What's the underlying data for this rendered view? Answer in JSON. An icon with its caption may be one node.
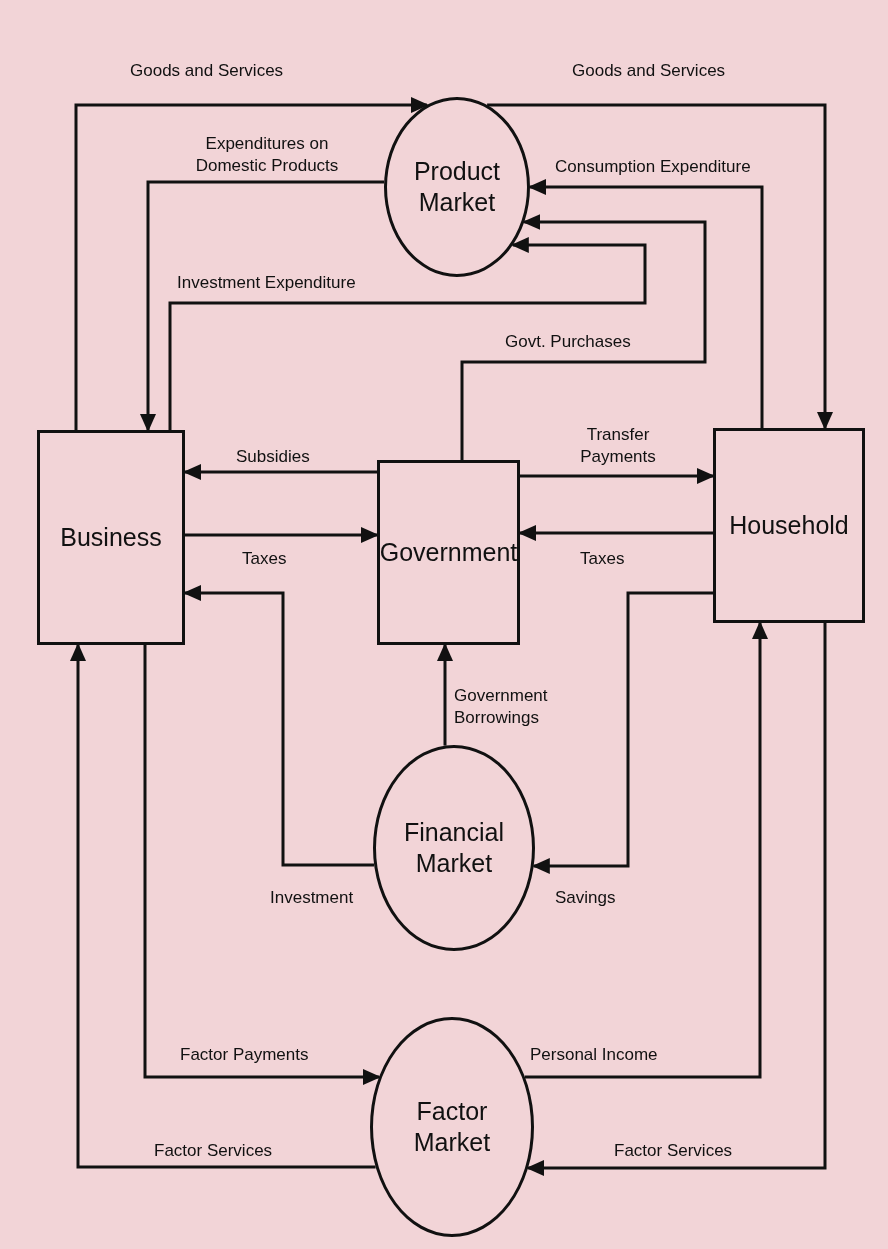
{
  "diagram": {
    "nodes": [
      {
        "text": [
          "Product Market"
        ]
      },
      {
        "text": [
          "Business"
        ]
      },
      {
        "text": [
          "Government"
        ]
      },
      {
        "text": [
          "Household"
        ]
      },
      {
        "text": [
          "Financial Market"
        ]
      },
      {
        "text": [
          "Factor Market"
        ]
      }
    ],
    "edges": [
      {
        "from": 1,
        "to": 0,
        "arrow": "to",
        "label": "Goods and Services"
      },
      {
        "from": 0,
        "to": 3,
        "arrow": "to",
        "label": "Goods and Services"
      },
      {
        "from": 0,
        "to": 1,
        "arrow": "to",
        "label": "Expenditures on Domestic Products"
      },
      {
        "from": 1,
        "to": 0,
        "arrow": "to",
        "label": "Investment Expenditure"
      },
      {
        "from": 3,
        "to": 0,
        "arrow": "to",
        "label": "Consumption Expenditure"
      },
      {
        "from": 2,
        "to": 0,
        "arrow": "to",
        "label": "Govt. Purchases"
      },
      {
        "from": 2,
        "to": 1,
        "arrow": "to",
        "label": "Subsidies"
      },
      {
        "from": 1,
        "to": 2,
        "arrow": "to",
        "label": "Taxes"
      },
      {
        "from": 2,
        "to": 3,
        "arrow": "to",
        "label": "Transfer Payments"
      },
      {
        "from": 3,
        "to": 2,
        "arrow": "to",
        "label": "Taxes"
      },
      {
        "from": 4,
        "to": 2,
        "arrow": "to",
        "label": "Government Borrowings"
      },
      {
        "from": 4,
        "to": 1,
        "arrow": "to",
        "label": "Investment"
      },
      {
        "from": 3,
        "to": 4,
        "arrow": "to",
        "label": "Savings"
      },
      {
        "from": 1,
        "to": 5,
        "arrow": "to",
        "label": "Factor Payments"
      },
      {
        "from": 5,
        "to": 3,
        "arrow": "to",
        "label": "Personal Income"
      },
      {
        "from": 5,
        "to": 1,
        "arrow": "to",
        "label": "Factor Services"
      },
      {
        "from": 3,
        "to": 5,
        "arrow": "to",
        "label": "Factor Services"
      }
    ]
  }
}
